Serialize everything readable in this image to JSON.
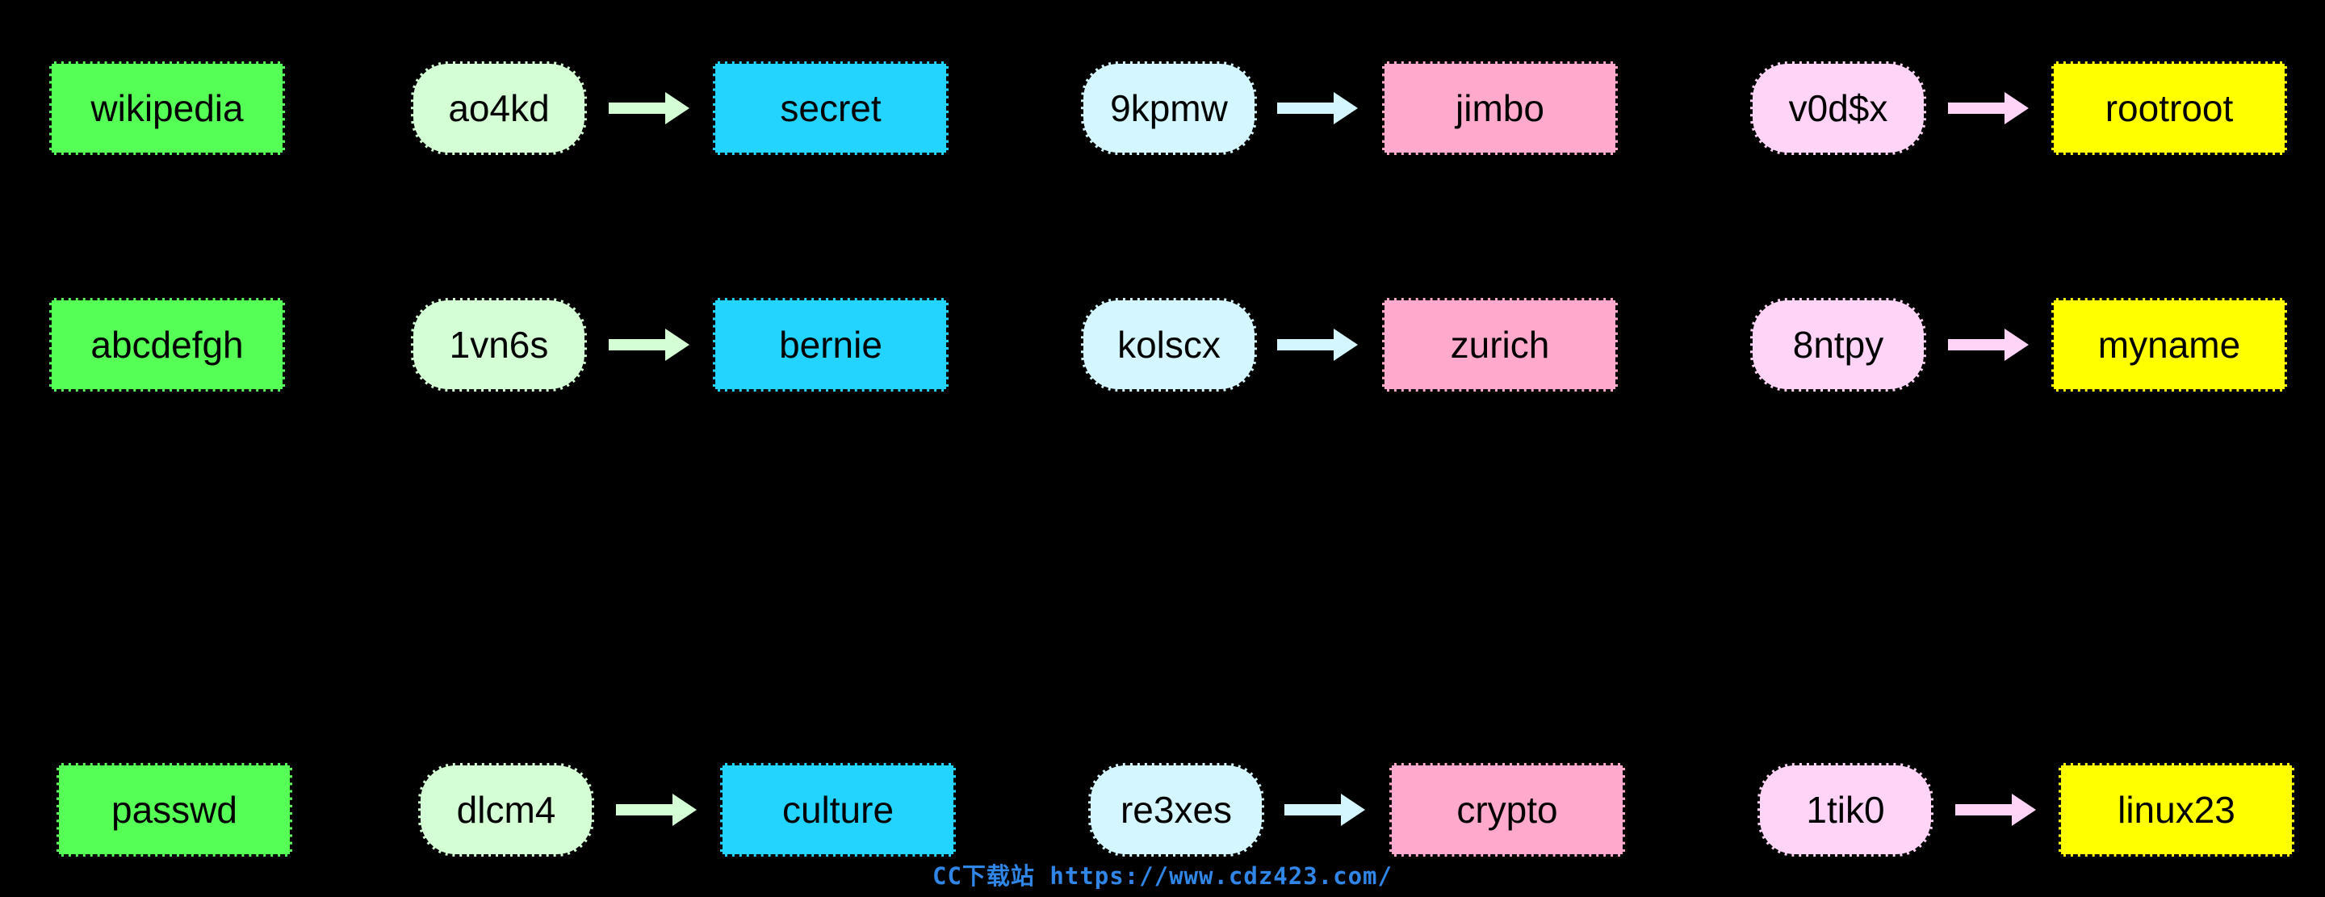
{
  "colors": {
    "background": "#000000",
    "source_column": "#55ff55",
    "group_1_pill": "#d4ffd4",
    "group_1_target": "#22d4ff",
    "group_2_pill": "#d4f6ff",
    "group_2_target": "#ffa9cc",
    "group_3_pill": "#ffd4f6",
    "group_3_target": "#ffff00",
    "watermark": "#2f86e6"
  },
  "rows": [
    {
      "source": "wikipedia",
      "pairs": [
        {
          "from": "ao4kd",
          "to": "secret"
        },
        {
          "from": "9kpmw",
          "to": "jimbo"
        },
        {
          "from": "v0d$x",
          "to": "rootroot"
        }
      ]
    },
    {
      "source": "abcdefgh",
      "pairs": [
        {
          "from": "1vn6s",
          "to": "bernie"
        },
        {
          "from": "kolscx",
          "to": "zurich"
        },
        {
          "from": "8ntpy",
          "to": "myname"
        }
      ]
    },
    {
      "source": "passwd",
      "pairs": [
        {
          "from": "dlcm4",
          "to": "culture"
        },
        {
          "from": "re3xes",
          "to": "crypto"
        },
        {
          "from": "1tik0",
          "to": "linux23"
        }
      ]
    }
  ],
  "watermark": "CC下载站 https://www.cdz423.com/"
}
